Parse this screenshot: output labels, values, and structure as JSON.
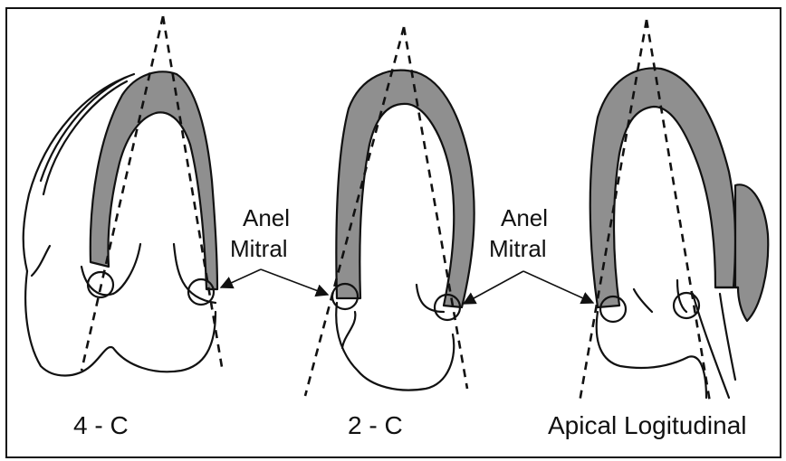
{
  "annotations": [
    {
      "line1": "Anel",
      "line2": "Mitral"
    },
    {
      "line1": "Anel",
      "line2": "Mitral"
    }
  ],
  "views": [
    {
      "label": "4 - C"
    },
    {
      "label": "2 - C"
    },
    {
      "label": "Apical Logitudinal"
    }
  ],
  "colors": {
    "wall": "#8f8f8f",
    "ink": "#111111",
    "background": "#ffffff"
  }
}
